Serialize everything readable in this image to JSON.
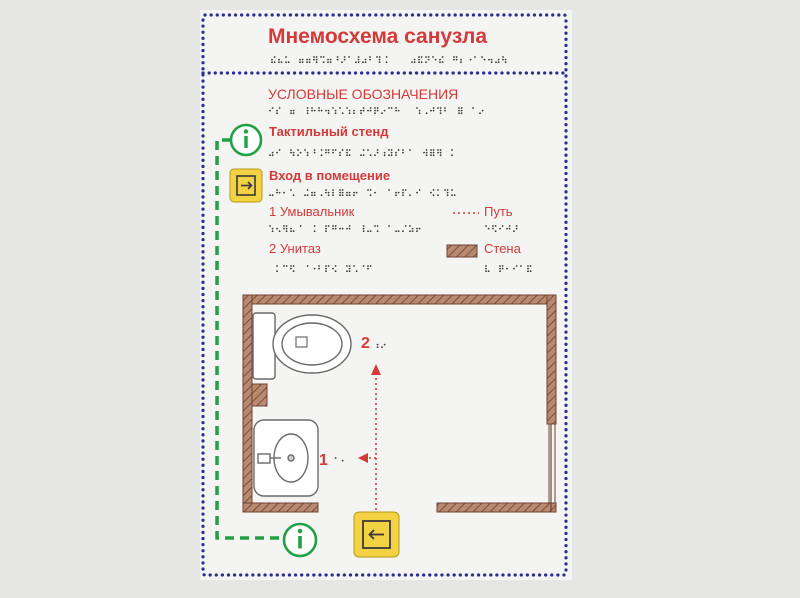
{
  "plate": {
    "title": "Мнемосхема санузла"
  },
  "legend": {
    "heading": "УСЛОВНЫЕ ОБОЗНАЧЕНИЯ",
    "items": [
      {
        "key": "info",
        "label": "Тактильный стенд",
        "icon": "info-icon"
      },
      {
        "key": "entry",
        "label": "Вход в помещение",
        "icon": "entry-icon"
      },
      {
        "key": "sink",
        "label": "1 Умывальник"
      },
      {
        "key": "toilet",
        "label": "2 Унитаз"
      },
      {
        "key": "path",
        "label": "Путь"
      },
      {
        "key": "wall",
        "label": "Стена"
      }
    ]
  },
  "plan": {
    "sink_label": "1",
    "toilet_label": "2"
  },
  "colors": {
    "wall": "#a87860",
    "path_red": "#d43a3a",
    "route_green": "#22a046",
    "icon_yellow": "#f3d243",
    "border_blue": "#2b2f8f",
    "text_red": "#d43a3a"
  }
}
